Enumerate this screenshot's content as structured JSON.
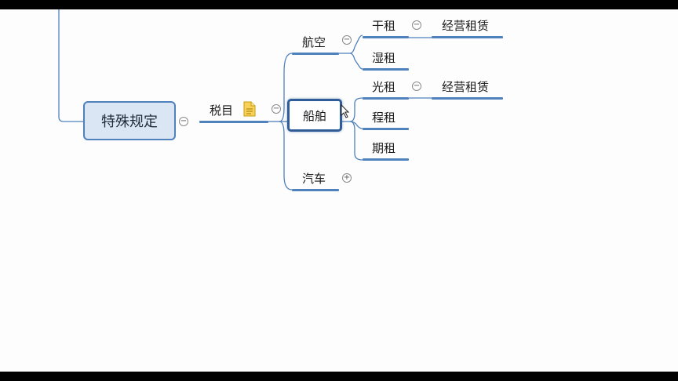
{
  "mindmap": {
    "root": "特殊规定",
    "tax_item": "税目",
    "aviation": "航空",
    "ship": "船舶",
    "car": "汽车",
    "dry_lease": "干租",
    "wet_lease": "湿租",
    "bareboat": "光租",
    "voyage_charter": "程租",
    "time_charter": "期租",
    "operating_lease_1": "经营租赁",
    "operating_lease_2": "经营租赁",
    "collapse_symbol": "−",
    "expand_symbol": "+"
  },
  "colors": {
    "line": "#4f81bd",
    "root_fill": "#dbe6f4",
    "selected_border": "#2f5d9a",
    "note": "#f4c431"
  },
  "icons": [
    "note-icon",
    "collapse-icon",
    "expand-icon",
    "mouse-cursor-icon"
  ]
}
